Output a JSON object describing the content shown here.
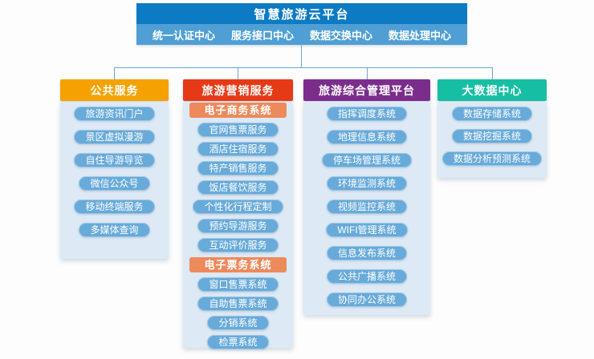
{
  "colors": {
    "top_bar": "#0d7bc4",
    "centers_bar": "#4f9fd5",
    "connector": "#6fa3d4",
    "panel_bg": "#dde9f4",
    "pill_bg": "#68aad9",
    "subheader_bg": "#ed8a5c"
  },
  "platform": {
    "title": "智慧旅游云平台",
    "centers": [
      "统一认证中心",
      "服务接口中心",
      "数据交换中心",
      "数据处理中心"
    ]
  },
  "columns": [
    {
      "title": "公共服务",
      "header_color": "#f5a200",
      "items": [
        {
          "type": "pill",
          "label": "旅游资讯门户"
        },
        {
          "type": "pill",
          "label": "景区虚拟漫游"
        },
        {
          "type": "pill",
          "label": "自住导游导览"
        },
        {
          "type": "pill",
          "label": "微信公众号"
        },
        {
          "type": "pill",
          "label": "移动终端服务"
        },
        {
          "type": "pill",
          "label": "多媒体查询"
        }
      ]
    },
    {
      "title": "旅游营销服务",
      "header_color": "#e63a17",
      "items": [
        {
          "type": "subheader",
          "label": "电子商务系统"
        },
        {
          "type": "pill",
          "label": "官网售票服务"
        },
        {
          "type": "pill",
          "label": "酒店住宿服务"
        },
        {
          "type": "pill",
          "label": "特产销售服务"
        },
        {
          "type": "pill",
          "label": "饭店餐饮服务"
        },
        {
          "type": "pill",
          "label": "个性化行程定制"
        },
        {
          "type": "pill",
          "label": "预约导游服务"
        },
        {
          "type": "pill",
          "label": "互动评价服务"
        },
        {
          "type": "subheader",
          "label": "电子票务系统"
        },
        {
          "type": "pill",
          "label": "窗口售票系统"
        },
        {
          "type": "pill",
          "label": "自助售票系统"
        },
        {
          "type": "pill",
          "label": "分销系统"
        },
        {
          "type": "pill",
          "label": "检票系统"
        }
      ]
    },
    {
      "title": "旅游综合管理平台",
      "header_color": "#7b2d8c",
      "items": [
        {
          "type": "pill",
          "label": "指挥调度系统"
        },
        {
          "type": "pill",
          "label": "地理信息系统"
        },
        {
          "type": "pill",
          "label": "停车场管理系统"
        },
        {
          "type": "pill",
          "label": "环境监测系统"
        },
        {
          "type": "pill",
          "label": "视频监控系统"
        },
        {
          "type": "pill",
          "label": "WIFI管理系统"
        },
        {
          "type": "pill",
          "label": "信息发布系统"
        },
        {
          "type": "pill",
          "label": "公共广播系统"
        },
        {
          "type": "pill",
          "label": "协同办公系统"
        }
      ]
    },
    {
      "title": "大数据中心",
      "header_color": "#16bfa3",
      "items": [
        {
          "type": "pill",
          "label": "数据存储系统"
        },
        {
          "type": "pill",
          "label": "数据挖掘系统"
        },
        {
          "type": "pill",
          "label": "数据分析预测系统"
        }
      ]
    }
  ]
}
